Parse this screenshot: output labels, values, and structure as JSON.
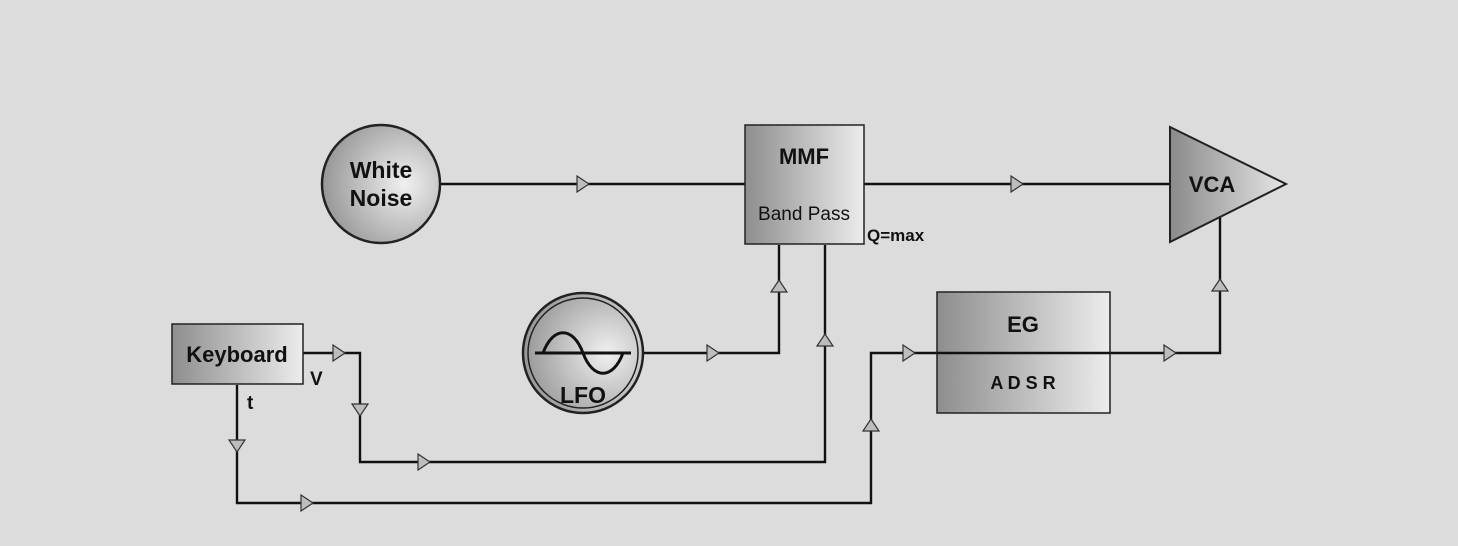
{
  "colors": {
    "background": "#dcdcdc",
    "block_light": "#e8e8e8",
    "block_dark": "#8e8e8e",
    "line": "#111111"
  },
  "nodes": {
    "white_noise": {
      "line1": "White",
      "line2": "Noise"
    },
    "mmf": {
      "title": "MMF",
      "subtitle": "Band Pass",
      "param": "Q=max"
    },
    "vca": {
      "label": "VCA"
    },
    "lfo": {
      "label": "LFO",
      "icon": "sine-wave-icon"
    },
    "eg": {
      "title": "EG",
      "subtitle": "A D S R"
    },
    "keyboard": {
      "label": "Keyboard",
      "out_v": "V",
      "out_t": "t"
    }
  }
}
